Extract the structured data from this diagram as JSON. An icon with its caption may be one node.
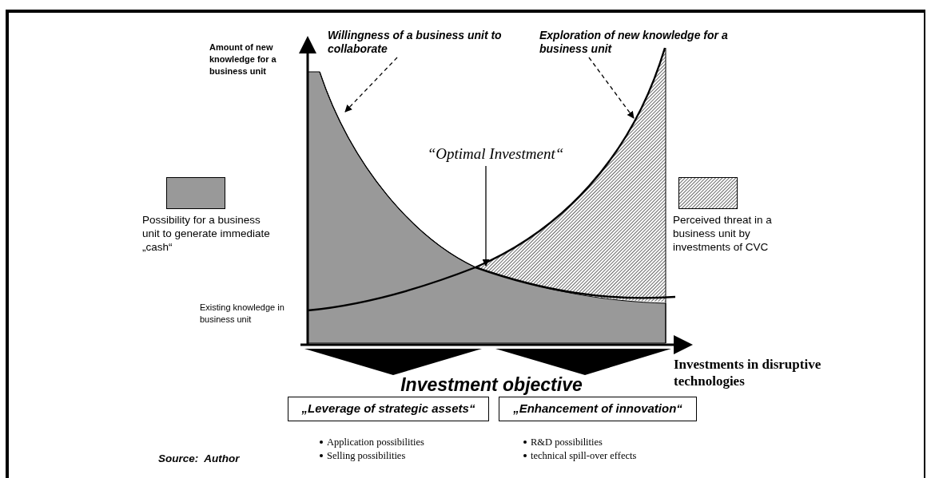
{
  "diagram": {
    "caption": "Source:  Author",
    "nodes": [
      {
        "text": [
          "Willingness of a business unit to collaborate"
        ]
      },
      {
        "text": [
          "Exploration of new knowledge for a business unit"
        ]
      },
      {
        "text": [
          "“Optimal Investment“"
        ]
      },
      {
        "text": [
          "„Leverage of strategic assets“"
        ]
      },
      {
        "text": [
          "„Enhancement of innovation“"
        ]
      }
    ],
    "edges": [
      {
        "from": 0,
        "to": null,
        "arrow": "to",
        "style": "dashed"
      },
      {
        "from": 1,
        "to": null,
        "arrow": "to",
        "style": "dashed"
      },
      {
        "from": 2,
        "to": null,
        "arrow": "to"
      }
    ],
    "labels": [
      "Amount of new knowledge for a business unit",
      "Existing knowledge in business unit",
      "Investments in disruptive technologies",
      "Investment objective",
      "Application possibilities",
      "Selling possibilities",
      "R&D possibilities",
      "technical spill-over effects"
    ],
    "legend": [
      {
        "text": "Possibility for a business unit to generate immediate „cash“",
        "color": "#999999"
      },
      {
        "text": "Perceived threat in a business unit by investments of CVC"
      }
    ]
  }
}
